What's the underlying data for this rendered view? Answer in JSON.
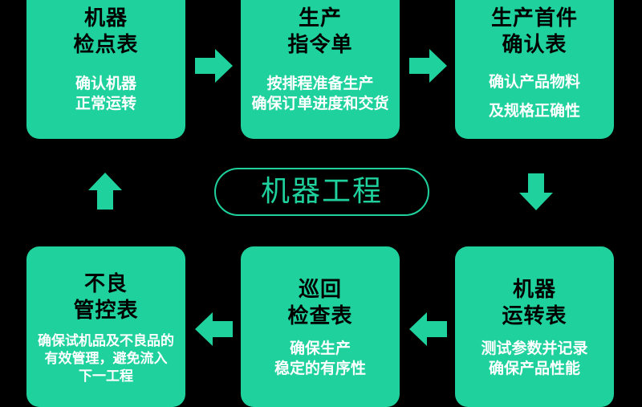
{
  "center_label": "机器工程",
  "colors": {
    "background": "#000000",
    "card": "#1fd19c",
    "title_text": "#000000",
    "desc_text": "#ffffff",
    "accent": "#1fd19c"
  },
  "cards": [
    {
      "title": [
        "机器",
        "检点表"
      ],
      "desc": [
        "确认机器",
        "正常运转"
      ]
    },
    {
      "title": [
        "生产",
        "指令单"
      ],
      "desc": [
        "按排程准备生产",
        "确保订单进度和交货"
      ]
    },
    {
      "title": [
        "生产首件",
        "确认表"
      ],
      "desc": [
        "确认产品物料",
        "及规格正确性"
      ]
    },
    {
      "title": [
        "不良",
        "管控表"
      ],
      "desc": [
        "确保试机品及不良品的",
        "有效管理，避免流入",
        "下一工程"
      ]
    },
    {
      "title": [
        "巡回",
        "检查表"
      ],
      "desc": [
        "确保生产",
        "稳定的有序性"
      ]
    },
    {
      "title": [
        "机器",
        "运转表"
      ],
      "desc": [
        "测试参数并记录",
        "确保产品性能"
      ]
    }
  ],
  "arrows": [
    {
      "from": "card-1",
      "to": "card-2",
      "direction": "right",
      "icon": "arrow-right-icon"
    },
    {
      "from": "card-2",
      "to": "card-3",
      "direction": "right",
      "icon": "arrow-right-icon"
    },
    {
      "from": "card-3",
      "to": "card-6",
      "direction": "down",
      "icon": "arrow-down-icon"
    },
    {
      "from": "card-6",
      "to": "card-5",
      "direction": "left",
      "icon": "arrow-left-icon"
    },
    {
      "from": "card-5",
      "to": "card-4",
      "direction": "left",
      "icon": "arrow-left-icon"
    },
    {
      "from": "card-4",
      "to": "card-1",
      "direction": "up",
      "icon": "arrow-up-icon"
    }
  ]
}
